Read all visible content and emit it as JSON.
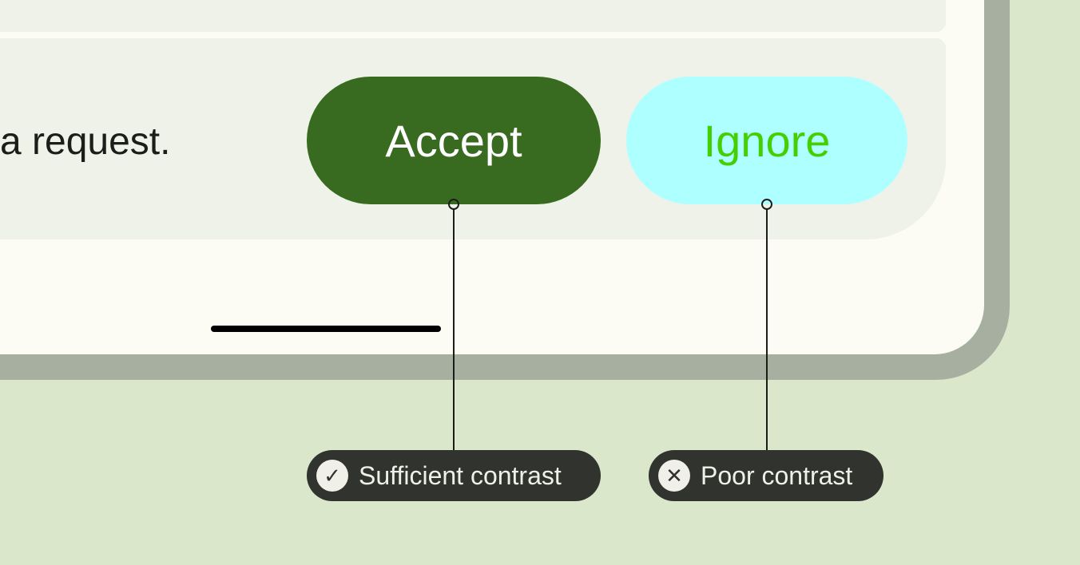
{
  "message": {
    "text": "a request."
  },
  "buttons": {
    "accept": "Accept",
    "ignore": "Ignore"
  },
  "annotations": [
    {
      "label": "Sufficient contrast",
      "icon": "check-icon",
      "glyph": "✓"
    },
    {
      "label": "Poor contrast",
      "icon": "x-icon",
      "glyph": "✕"
    }
  ],
  "colors": {
    "background": "#dae7cb",
    "accept_bg": "#386a20",
    "accept_text": "#ffffff",
    "ignore_bg": "#aeffff",
    "ignore_text": "#44d000",
    "annotation_bg": "#30332e"
  }
}
